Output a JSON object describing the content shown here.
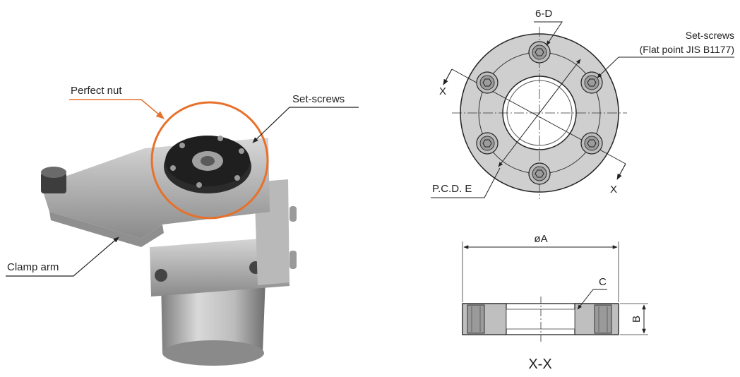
{
  "photo_callouts": {
    "perfect_nut": "Perfect  nut",
    "set_screws": "Set-screws",
    "clamp_arm": "Clamp arm"
  },
  "front_view": {
    "holes_label": "6-D",
    "set_screws_line1": "Set-screws",
    "set_screws_line2": "(Flat point JIS B1177)",
    "section_mark_top": "X",
    "section_mark_bottom": "X",
    "pcd_label": "P.C.D.  E"
  },
  "section_view": {
    "diameter_label": "øA",
    "chamfer_label": "C",
    "height_label": "B",
    "section_title": "X-X"
  },
  "colors": {
    "callout_orange": "#e8702a",
    "line": "#333333",
    "part_fill": "#d4d4d4",
    "part_dark": "#9a9a9a"
  }
}
